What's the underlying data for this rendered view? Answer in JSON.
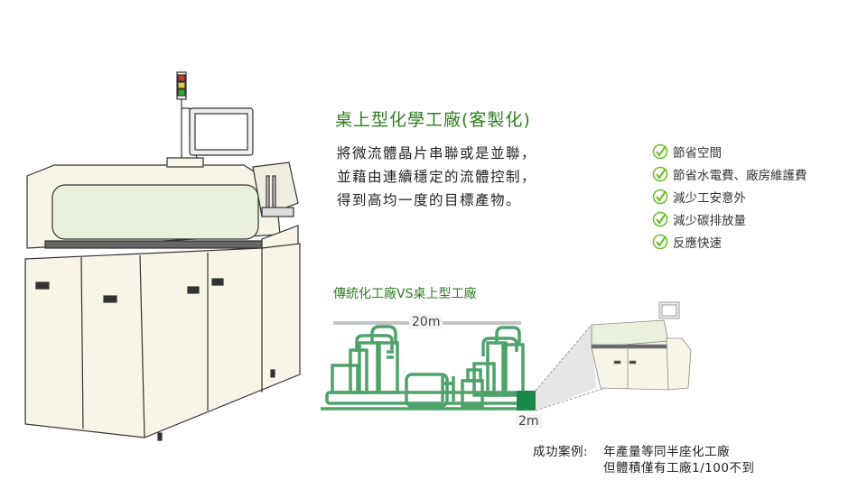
{
  "title": "桌上型化學工廠(客製化)",
  "description": [
    "將微流體晶片串聯或是並聯，",
    "並藉由連續穩定的流體控制，",
    "得到高均一度的目標產物。"
  ],
  "benefits": [
    "節省空間",
    "節省水電費、廠房維護費",
    "減少工安意外",
    "減少碳排放量",
    "反應快速"
  ],
  "comparison": {
    "title": "傳統化工廠VS桌上型工廠",
    "traditional_size": "20m",
    "desktop_size": "2m"
  },
  "case": {
    "label": "成功案例:",
    "line1": "年產量等同半座化工廠",
    "line2": "但體積僅有工廠1/100不到"
  },
  "colors": {
    "accent": "#2f7d1f",
    "factory": "#4fa36a",
    "square": "#1a8a4a",
    "check": "#6cbf2a"
  }
}
